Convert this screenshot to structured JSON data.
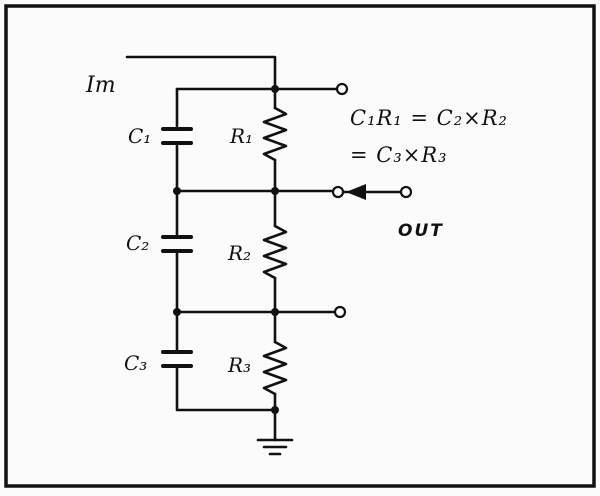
{
  "labels": {
    "input": "Im",
    "c1": "C₁",
    "c2": "C₂",
    "c3": "C₃",
    "r1": "R₁",
    "r2": "R₂",
    "r3": "R₃",
    "output": "OUT"
  },
  "equation": {
    "line1": "C₁R₁ = C₂×R₂",
    "line2": "= C₃×R₃"
  }
}
